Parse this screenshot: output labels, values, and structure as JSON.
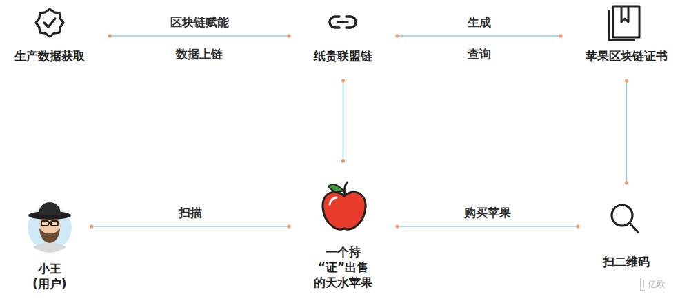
{
  "diagram": {
    "nodes": [
      {
        "text": [
          "生产数据获取"
        ]
      },
      {
        "text": [
          "纸贵联盟链"
        ]
      },
      {
        "text": [
          "苹果区块链证书"
        ]
      },
      {
        "text": [
          "小王 (用户)"
        ]
      },
      {
        "text": [
          "一个持“证”出售 的天水苹果"
        ]
      },
      {
        "text": [
          "扫二维码"
        ]
      }
    ],
    "edges": [
      {
        "from": 0,
        "to": 1,
        "label": "区块链赋能",
        "arrow": "none"
      },
      {
        "from": 1,
        "to": 2,
        "label": "生成",
        "arrow": "none"
      },
      {
        "from": 1,
        "to": 4,
        "arrow": "none"
      },
      {
        "from": 2,
        "to": 5,
        "arrow": "none"
      },
      {
        "from": 3,
        "to": 4,
        "label": "扫描",
        "arrow": "none"
      },
      {
        "from": 4,
        "to": 5,
        "label": "购买苹果",
        "arrow": "none"
      }
    ],
    "labels": [
      "数据上链",
      "查询",
      "亿欧"
    ]
  }
}
